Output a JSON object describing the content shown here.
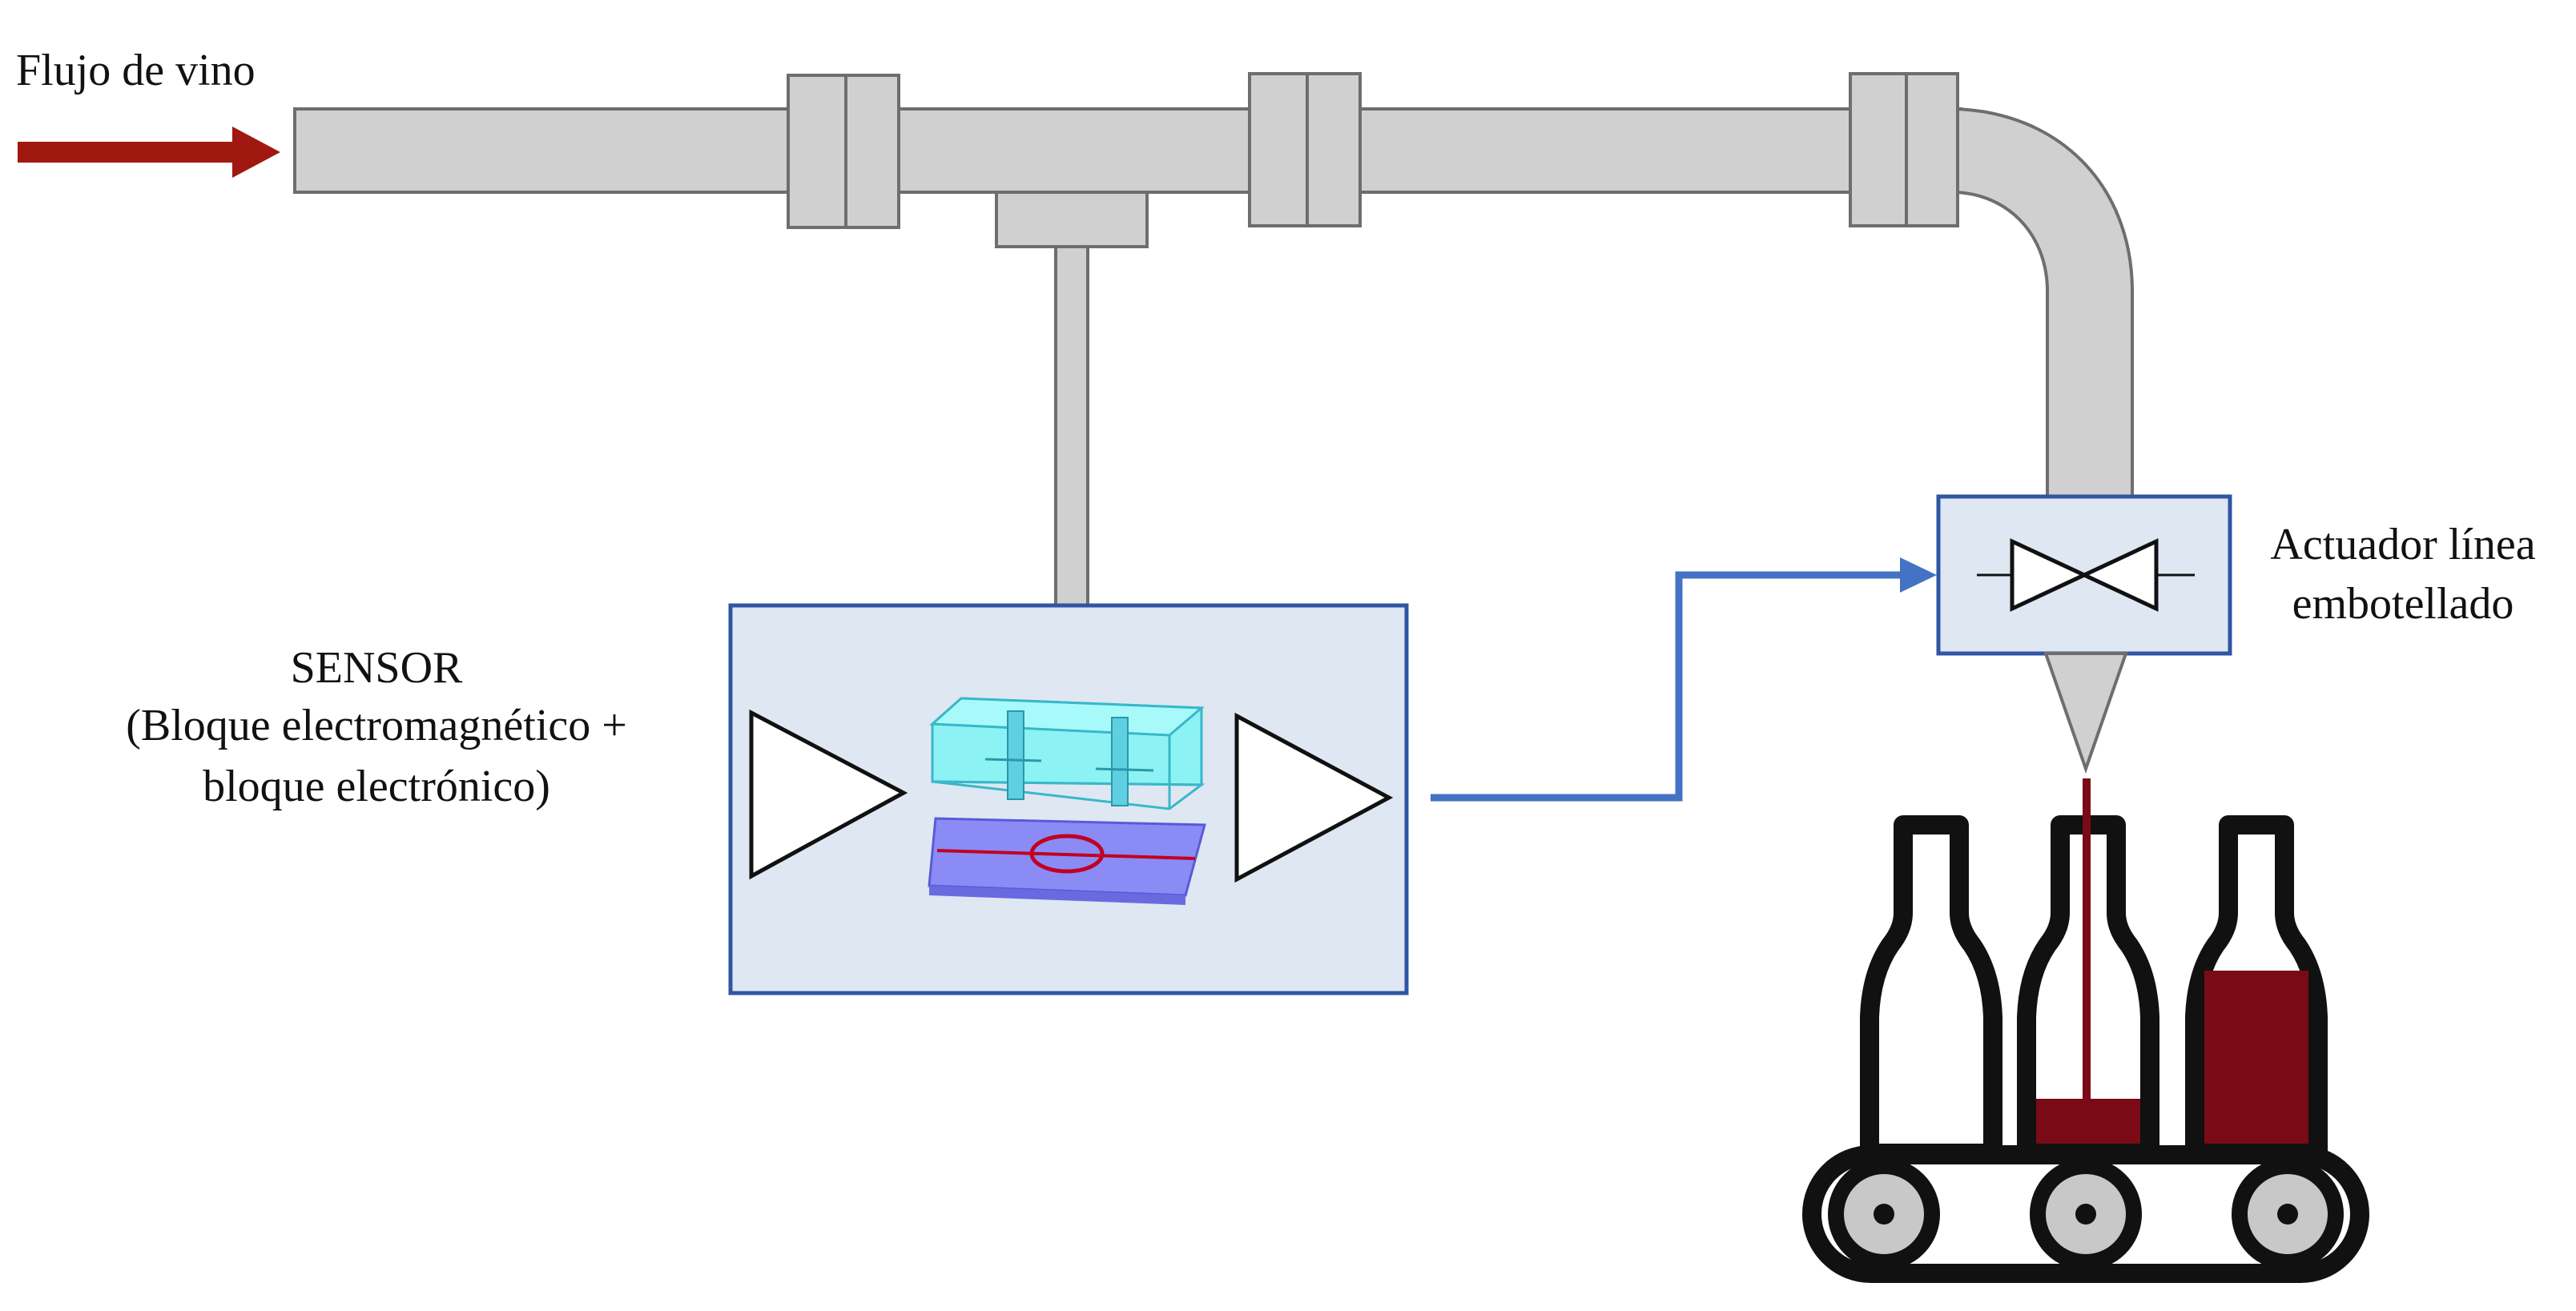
{
  "labels": {
    "flow": "Flujo de vino",
    "sensor_title": "SENSOR",
    "sensor_line1": "(Bloque electromagnético +",
    "sensor_line2": "bloque electrónico)",
    "actuator_line1": "Actuador línea",
    "actuator_line2": "embotellado"
  },
  "bottles": [
    {
      "position": "left",
      "fill_fraction": 0.0
    },
    {
      "position": "center",
      "fill_fraction": 0.12,
      "stream": true
    },
    {
      "position": "right",
      "fill_fraction": 0.5
    }
  ],
  "colors": {
    "pipe_fill": "#d0d0d0",
    "pipe_stroke": "#6e6e6e",
    "flow_arrow": "#a01810",
    "box_fill": "#dfe7f3",
    "box_stroke": "#2f55a4",
    "signal_line": "#4472c4",
    "wine": "#7b0a17",
    "chip_top": "#7ff3f3",
    "chip_base": "#8b8bf5",
    "conveyor": "#111111",
    "wheel": "#c8c8c8"
  },
  "icons": [
    "flow-arrow-icon",
    "amplifier-triangle-icon",
    "sensor-chip-icon",
    "valve-icon",
    "wine-bottle-icon",
    "conveyor-icon"
  ]
}
